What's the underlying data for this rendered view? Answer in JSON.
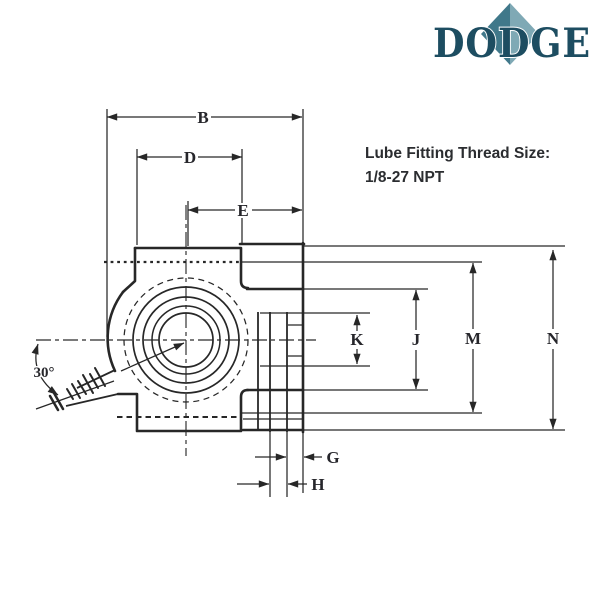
{
  "logo": {
    "text": "DODGE",
    "letter_color": "#1d4d61",
    "diamond_left_color": "#40788a",
    "diamond_right_color": "#7fa9b5"
  },
  "note": {
    "line1": "Lube Fitting Thread Size:",
    "line2": "1/8-27 NPT"
  },
  "annotations": {
    "angle": "30°"
  },
  "dims": {
    "b": "B",
    "d": "D",
    "e": "E",
    "g": "G",
    "h": "H",
    "j": "J",
    "k": "K",
    "m": "M",
    "n": "N"
  },
  "colors": {
    "line": "#272727",
    "background": "#ffffff"
  }
}
